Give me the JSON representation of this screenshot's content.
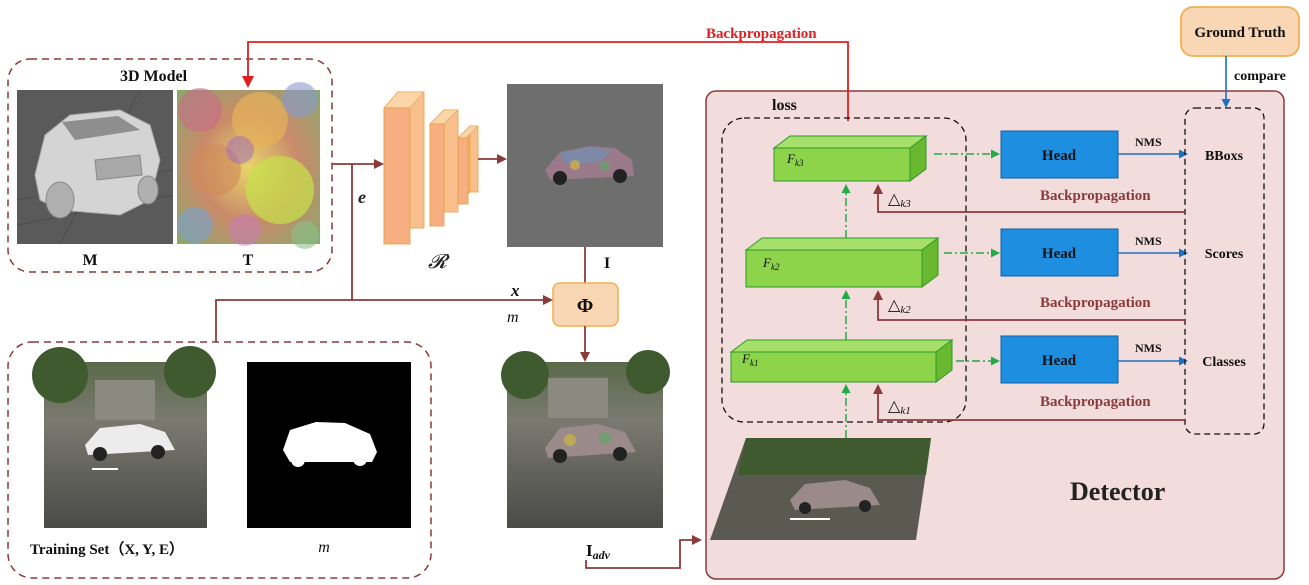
{
  "top_arrow": {
    "label": "Backpropagation"
  },
  "model": {
    "title": "3D Model",
    "mesh_label": "M",
    "texture_label": "T"
  },
  "renderer": {
    "symbol": "𝓡",
    "input_label": "e"
  },
  "render_output": {
    "label": "I"
  },
  "phi": {
    "symbol": "Φ",
    "x_label": "x",
    "m_label": "m"
  },
  "training": {
    "label": "Training Set（X, Y, E）",
    "mask_label": "m"
  },
  "adv_output": {
    "label_main": "I",
    "label_sub": "adv"
  },
  "ground_truth": {
    "label": "Ground Truth",
    "compare_label": "compare"
  },
  "detector": {
    "title": "Detector",
    "loss_label": "loss",
    "features": [
      {
        "main": "F",
        "sub": "k3"
      },
      {
        "main": "F",
        "sub": "k2"
      },
      {
        "main": "F",
        "sub": "k1"
      }
    ],
    "heads": [
      {
        "label": "Head",
        "nms": "NMS",
        "output": "BBoxs"
      },
      {
        "label": "Head",
        "nms": "NMS",
        "output": "Scores"
      },
      {
        "label": "Head",
        "nms": "NMS",
        "output": "Classes"
      }
    ],
    "deltas": [
      {
        "symbol": "△",
        "sub": "k3"
      },
      {
        "symbol": "△",
        "sub": "k2"
      },
      {
        "symbol": "△",
        "sub": "k1"
      }
    ],
    "backprop_labels": [
      "Backpropagation",
      "Backpropagation",
      "Backpropagation"
    ]
  },
  "colors": {
    "maroon": "#8b3a3a",
    "red": "#e02020",
    "green": "#22aa44",
    "blue": "#1e70c0",
    "head_fill": "#1e8fe0",
    "feature_fill": "#8ed44a",
    "detector_fill": "#f2dcdc",
    "phi_fill": "#f9d6b4"
  }
}
